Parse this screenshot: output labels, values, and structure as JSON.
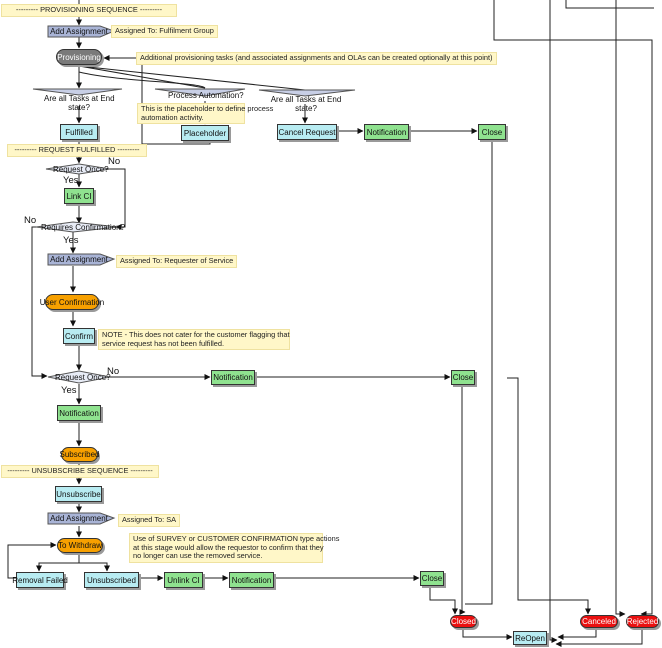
{
  "banners": {
    "provisioning": "--------- PROVISIONING SEQUENCE ---------",
    "fulfilled": "--------- REQUEST FULFILLED ---------",
    "unsubscribe": "--------- UNSUBSCRIBE SEQUENCE ---------"
  },
  "nodes": {
    "add_assignment_1": "Add Assignment",
    "provisioning": "Provisioning",
    "fulfilled": "Fulfilled",
    "placeholder": "Placeholder",
    "cancel_request": "Cancel Request",
    "notification_1": "Notification",
    "close_1": "Close",
    "link_ci": "Link CI",
    "add_assignment_2": "Add Assignment",
    "user_confirmation": "User Confirmation",
    "confirm": "Confirm",
    "notification_2": "Notification",
    "close_2": "Close",
    "notification_3": "Notification",
    "subscribed": "Subscribed",
    "unsubscribe": "Unsubscribe",
    "add_assignment_3": "Add Assignment",
    "to_withdraw": "To Withdraw",
    "removal_failed": "Removal Failed",
    "unsubscribed": "Unsubscribed",
    "unlink_ci": "Unlink CI",
    "notification_4": "Notification",
    "close_3": "Close",
    "closed": "Closed",
    "reopen": "ReOpen",
    "canceled": "Canceled",
    "rejected": "Rejected"
  },
  "decisions": {
    "tasks_end_1": [
      "Are all Tasks at End",
      "state?"
    ],
    "process_automation": "Process Automation?",
    "tasks_end_2": [
      "Are all Tasks at End",
      "state?"
    ],
    "request_once_1": "Request Once?",
    "requires_confirmation": "Requires Confirmation?",
    "request_once_2": "Request Once?"
  },
  "notes": {
    "assigned_fulfilment": "Assigned To: Fulfilment Group",
    "additional_tasks": "Additional provisioning tasks (and associated assignments and OLAs can be created optionally at this point)",
    "placeholder_note": [
      "This is the placeholder to define process",
      "automation activity."
    ],
    "assigned_requester": "Assigned To: Requester of Service",
    "confirm_note": [
      "NOTE - This does not cater for the customer flagging that",
      "service request has not been fulfilled."
    ],
    "assigned_sa": "Assigned To: SA",
    "survey_note": [
      "Use of SURVEY or CUSTOMER CONFIRMATION type actions",
      "at this stage would allow the requestor to confirm that they",
      " no longer can use the removed service."
    ]
  },
  "edge_labels": {
    "no_1": "No",
    "yes_1": "Yes",
    "no_2": "No",
    "yes_2": "Yes",
    "no_3": "No",
    "yes_3": "Yes"
  },
  "colors": {
    "task_cyan": "#b8ecf2",
    "notify_green": "#8fe28f",
    "state_orange": "#f7a000",
    "state_grey": "#7a7a7a",
    "state_red": "#ea1010",
    "assign_blue": "#a9b4d6",
    "note_yellow": "#fff7c8"
  }
}
